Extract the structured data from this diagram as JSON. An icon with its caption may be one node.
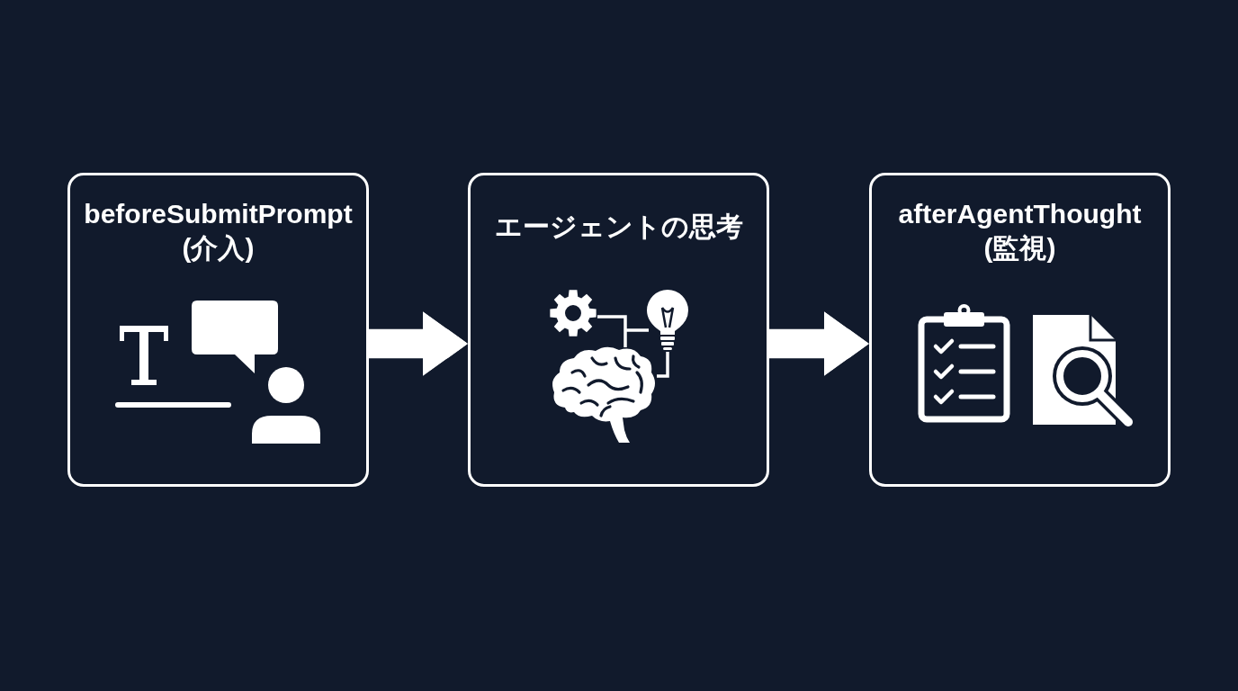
{
  "diagram": {
    "nodes": [
      {
        "text": [
          "beforeSubmitPrompt (介入)"
        ]
      },
      {
        "text": [
          "エージェントの思考"
        ]
      },
      {
        "text": [
          "afterAgentThought (監視)"
        ]
      }
    ],
    "edges": [
      {
        "from": 0,
        "to": 1,
        "arrow": "to"
      },
      {
        "from": 1,
        "to": 2,
        "arrow": "to"
      }
    ]
  }
}
